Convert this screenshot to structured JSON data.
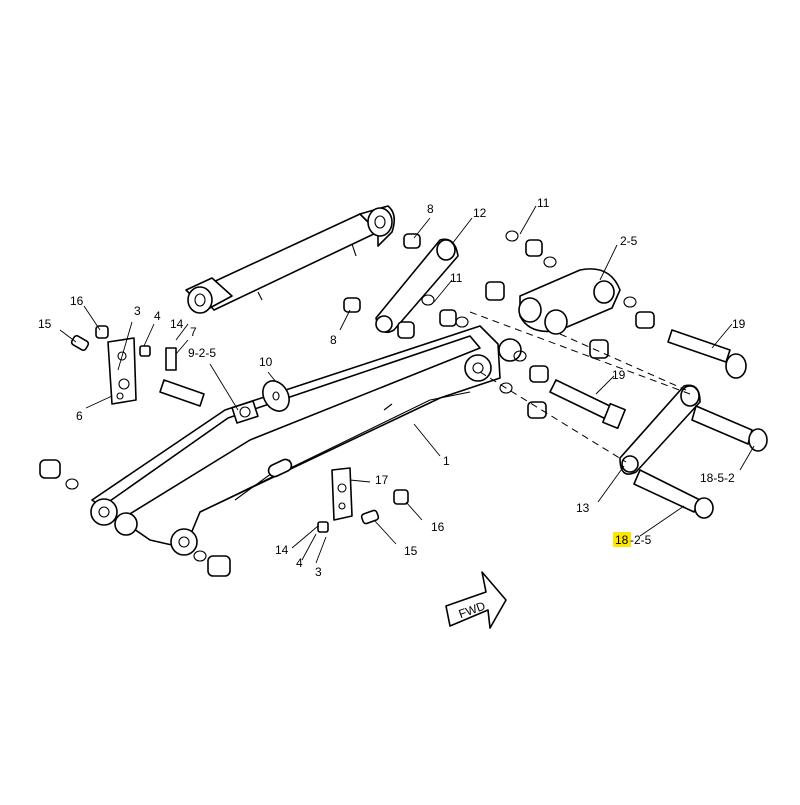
{
  "labels": {
    "l1": "1",
    "l2_5": "2-5",
    "l3a": "3",
    "l3b": "3",
    "l4a": "4",
    "l4b": "4",
    "l6": "6",
    "l7": "7",
    "l8a": "8",
    "l8b": "8",
    "l9_2_5": "9-2-5",
    "l10": "10",
    "l11a": "11",
    "l11b": "11",
    "l12": "12",
    "l13": "13",
    "l14a": "14",
    "l14b": "14",
    "l15a": "15",
    "l15b": "15",
    "l16a": "16",
    "l16b": "16",
    "l17": "17",
    "l18_5_2": "18-5-2",
    "l18_main": "18",
    "l18_suffix": "-2-5",
    "l19a": "19",
    "l19b": "19"
  },
  "fwd_label": "FWD",
  "highlight_color": "#ffe600"
}
